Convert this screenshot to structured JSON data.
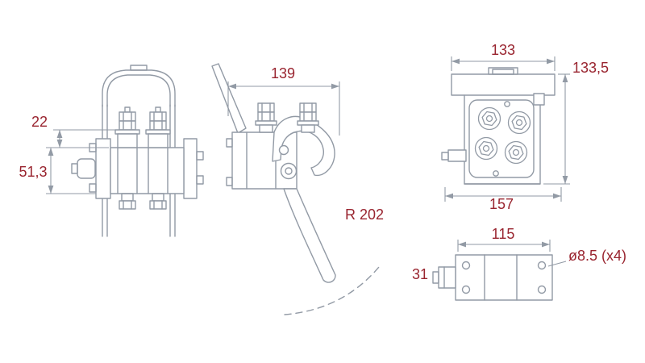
{
  "canvas": {
    "background": "#ffffff"
  },
  "colors": {
    "line": "#929aa5",
    "dimension_text": "#99242f"
  },
  "views": {
    "front": {
      "dims": {
        "nut_offset": "22",
        "body_height": "51,3"
      }
    },
    "side": {
      "dims": {
        "overall_width": "139",
        "lever_radius": "R 202"
      }
    },
    "face": {
      "dims": {
        "top_width": "133",
        "overall_height": "133,5",
        "bottom_width": "157"
      }
    },
    "bottom": {
      "dims": {
        "hole_spacing": "115",
        "side_depth": "31",
        "hole_note": "ø8.5 (x4)"
      }
    }
  }
}
